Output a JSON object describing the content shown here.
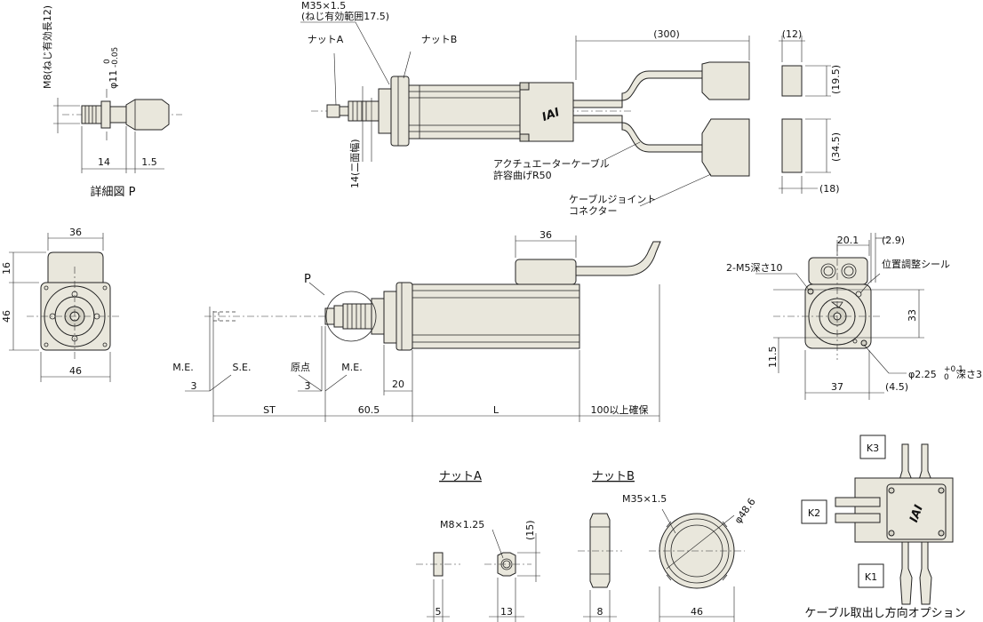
{
  "detail_p": {
    "thread_label": "M8(ねじ有効長12)",
    "dia_label": "φ11",
    "dia_tol_upper": "0",
    "dia_tol_lower": "-0.05",
    "dim_14": "14",
    "dim_1_5": "1.5",
    "caption": "詳細図 P"
  },
  "top_view": {
    "thread_main": "M35×1.5",
    "thread_note": "(ねじ有効範囲17.5)",
    "nut_a": "ナットA",
    "nut_b": "ナットB",
    "across_flats": "14(二面幅)",
    "cable_length": "(300)",
    "cable_bend": "アクチュエーターケーブル",
    "cable_bend_radius": "許容曲げR50",
    "joint_1": "ケーブルジョイント",
    "joint_2": "コネクター",
    "logo": "IAI"
  },
  "connector": {
    "d12": "(12)",
    "d19_5": "(19.5)",
    "d34_5": "(34.5)",
    "d18": "(18)"
  },
  "front_view": {
    "width_top": "36",
    "width_bottom": "46",
    "height_16": "16",
    "height_46": "46"
  },
  "side_view": {
    "p_label": "P",
    "me_left": "M.E.",
    "se": "S.E.",
    "origin": "原点",
    "me_right": "M.E.",
    "three_left": "3",
    "three_right": "3",
    "d20": "20",
    "d36": "36",
    "st": "ST",
    "d60_5": "60.5",
    "l": "L",
    "clearance": "100以上確保"
  },
  "rear_view": {
    "d20_1": "20.1",
    "d2_9": "(2.9)",
    "tapped": "2-M5深さ10",
    "seal": "位置調整シール",
    "d33": "33",
    "d11_5": "11.5",
    "d37": "37",
    "d4_5": "(4.5)",
    "pin": "φ2.25",
    "pin_tol_upper": "+0.1",
    "pin_tol_lower": "0",
    "pin_depth": "深さ3"
  },
  "nut_a_detail": {
    "title": "ナットA",
    "thread": "M8×1.25",
    "d15": "(15)",
    "d5": "5",
    "d13": "13"
  },
  "nut_b_detail": {
    "title": "ナットB",
    "thread": "M35×1.5",
    "dia": "φ48.6",
    "d8": "8",
    "d46": "46"
  },
  "cable_option": {
    "k1": "K1",
    "k2": "K2",
    "k3": "K3",
    "caption": "ケーブル取出し方向オプション",
    "logo": "IAI"
  }
}
